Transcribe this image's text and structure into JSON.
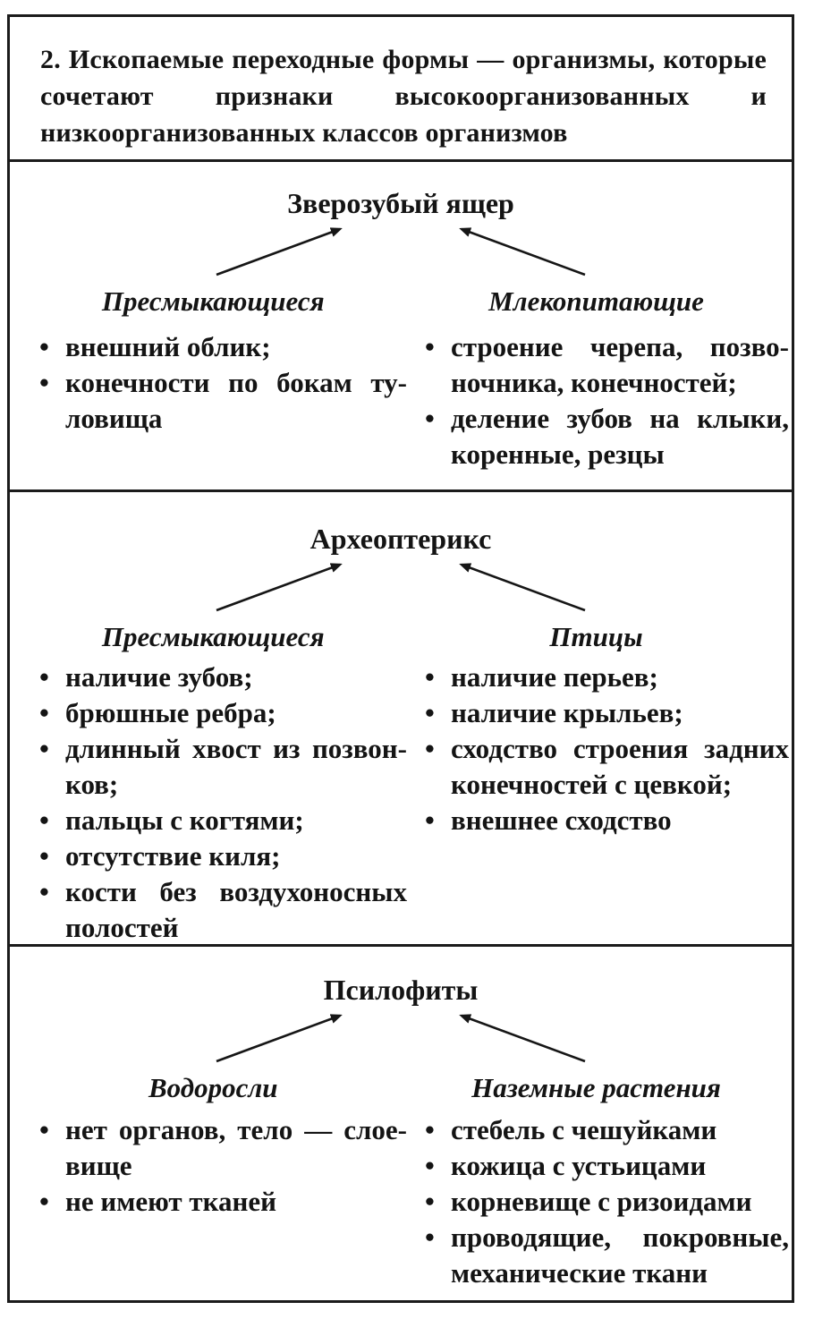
{
  "glyphs": {
    "bullet": "•"
  },
  "colors": {
    "ink": "#141414",
    "paper": "#ffffff"
  },
  "header": {
    "text": "2. Ископаемые переходные формы — организмы, которые сочетают признаки высокоорганизованных и низкооргани­зованных классов организмов"
  },
  "sections": [
    {
      "title": "Зверозубый ящер",
      "left": {
        "label": "Пресмыкающиеся",
        "items": [
          "внешний облик;",
          "конечности по бокам ту­ловища"
        ]
      },
      "right": {
        "label": "Млекопитающие",
        "items": [
          "строение черепа, позво­ночника, конечностей;",
          "деление зубов на клыки, коренные, резцы"
        ]
      }
    },
    {
      "title": "Археоптерикс",
      "left": {
        "label": "Пресмыкающиеся",
        "items": [
          "наличие зубов;",
          "брюшные ребра;",
          "длинный хвост из позвон­ков;",
          "пальцы с когтями;",
          "отсутствие киля;",
          "кости без воздухоносных полостей"
        ]
      },
      "right": {
        "label": "Птицы",
        "items": [
          "наличие перьев;",
          "наличие крыльев;",
          "сходство строения задних конечностей с цевкой;",
          "внешнее сходство"
        ]
      }
    },
    {
      "title": "Псилофиты",
      "left": {
        "label": "Водоросли",
        "items": [
          "нет органов, тело — слое­вище",
          "не имеют тканей"
        ]
      },
      "right": {
        "label": "Наземные растения",
        "items": [
          "стебель с чешуйками",
          "кожица с устьицами",
          "корневище с ризоидами",
          "проводящие, покровные, механические ткани"
        ]
      }
    }
  ]
}
